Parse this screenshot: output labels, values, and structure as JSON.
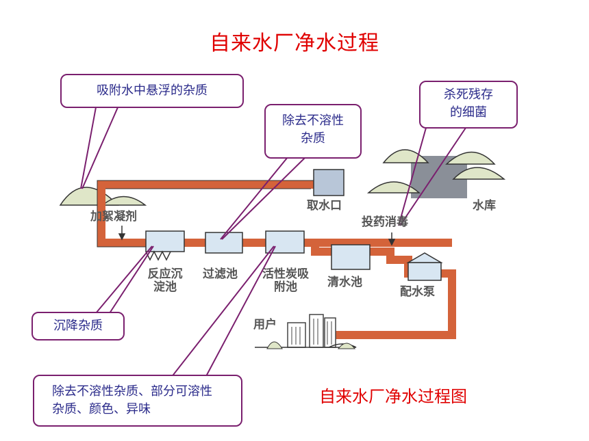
{
  "title": "自来水厂净水过程",
  "subtitle": "自来水厂净水过程图",
  "callouts": {
    "adsorb": "吸附水中悬浮的杂质",
    "filter": "除去不溶性杂质",
    "kill": "杀死残存的细菌",
    "settle": "沉降杂质",
    "carbon": "除去不溶性杂质、部分可溶性杂质、颜色、异味"
  },
  "stages": {
    "coagulant": "加絮凝剂",
    "intake": "取水口",
    "reservoir": "水库",
    "disinfect": "投药消毒",
    "sediment_tank": "反应沉淀池",
    "filter_tank": "过滤池",
    "carbon_tank": "活性炭吸附池",
    "clear_tank": "清水池",
    "pump": "配水泵",
    "user": "用户"
  },
  "colors": {
    "pipe": "#d4633a",
    "title": "#e00000",
    "callout_border": "#7a1f6e",
    "callout_text": "#2a2a8a",
    "tank": "#d8e6f2",
    "hill": "#dfe6c8"
  }
}
